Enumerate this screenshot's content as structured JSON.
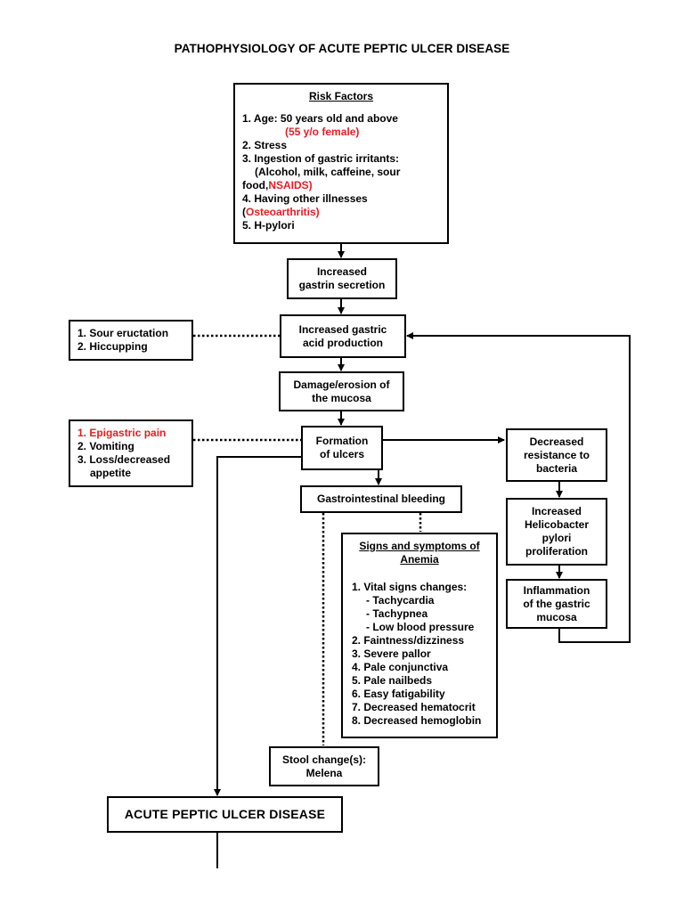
{
  "title": "PATHOPHYSIOLOGY OF ACUTE PEPTIC ULCER DISEASE",
  "risk": {
    "heading": "Risk Factors",
    "l1": "1. Age: 50 years old and above",
    "l1b": "(55 y/o female)",
    "l2": "2. Stress",
    "l3": "3. Ingestion of gastric irritants:",
    "l3b": "(Alcohol, milk, caffeine, sour",
    "l3c_a": "food,",
    "l3c_b": "NSAIDS)",
    "l4": "4. Having other illnesses",
    "l4b_a": "(",
    "l4b_b": "Osteoarthritis)",
    "l5": "5. H-pylori"
  },
  "gastrin": {
    "l1": "Increased",
    "l2": "gastrin secretion"
  },
  "acid": {
    "l1": "Increased gastric",
    "l2": "acid production"
  },
  "acid_symptoms": {
    "l1": "1. Sour eructation",
    "l2": "2. Hiccupping"
  },
  "damage": {
    "l1": "Damage/erosion of",
    "l2": "the mucosa"
  },
  "ulcers": {
    "l1": "Formation",
    "l2": "of ulcers"
  },
  "ulcer_symptoms": {
    "l1": "1. Epigastric pain",
    "l2": "2. Vomiting",
    "l3": "3. Loss/decreased",
    "l3b": "appetite"
  },
  "resistance": {
    "l1": "Decreased",
    "l2": "resistance to",
    "l3": "bacteria"
  },
  "hpylori": {
    "l1": "Increased",
    "l2": "Helicobacter",
    "l3": "pylori",
    "l4": "proliferation"
  },
  "inflammation": {
    "l1": "Inflammation",
    "l2": "of the gastric",
    "l3": "mucosa"
  },
  "bleeding": {
    "label": "Gastrointestinal bleeding"
  },
  "anemia": {
    "h1": "Signs and symptoms of",
    "h2": "Anemia",
    "items": [
      "1. Vital signs changes:",
      "- Tachycardia",
      "- Tachypnea",
      "- Low blood pressure",
      "2. Faintness/dizziness",
      "3. Severe pallor",
      "4. Pale conjunctiva",
      "5. Pale nailbeds",
      "6. Easy fatigability",
      "7. Decreased hematocrit",
      "8. Decreased hemoglobin"
    ]
  },
  "stool": {
    "l1": "Stool change(s):",
    "l2": "Melena"
  },
  "final": {
    "label": "ACUTE PEPTIC ULCER DISEASE"
  },
  "colors": {
    "highlight": "#e31e24",
    "line": "#000000"
  }
}
